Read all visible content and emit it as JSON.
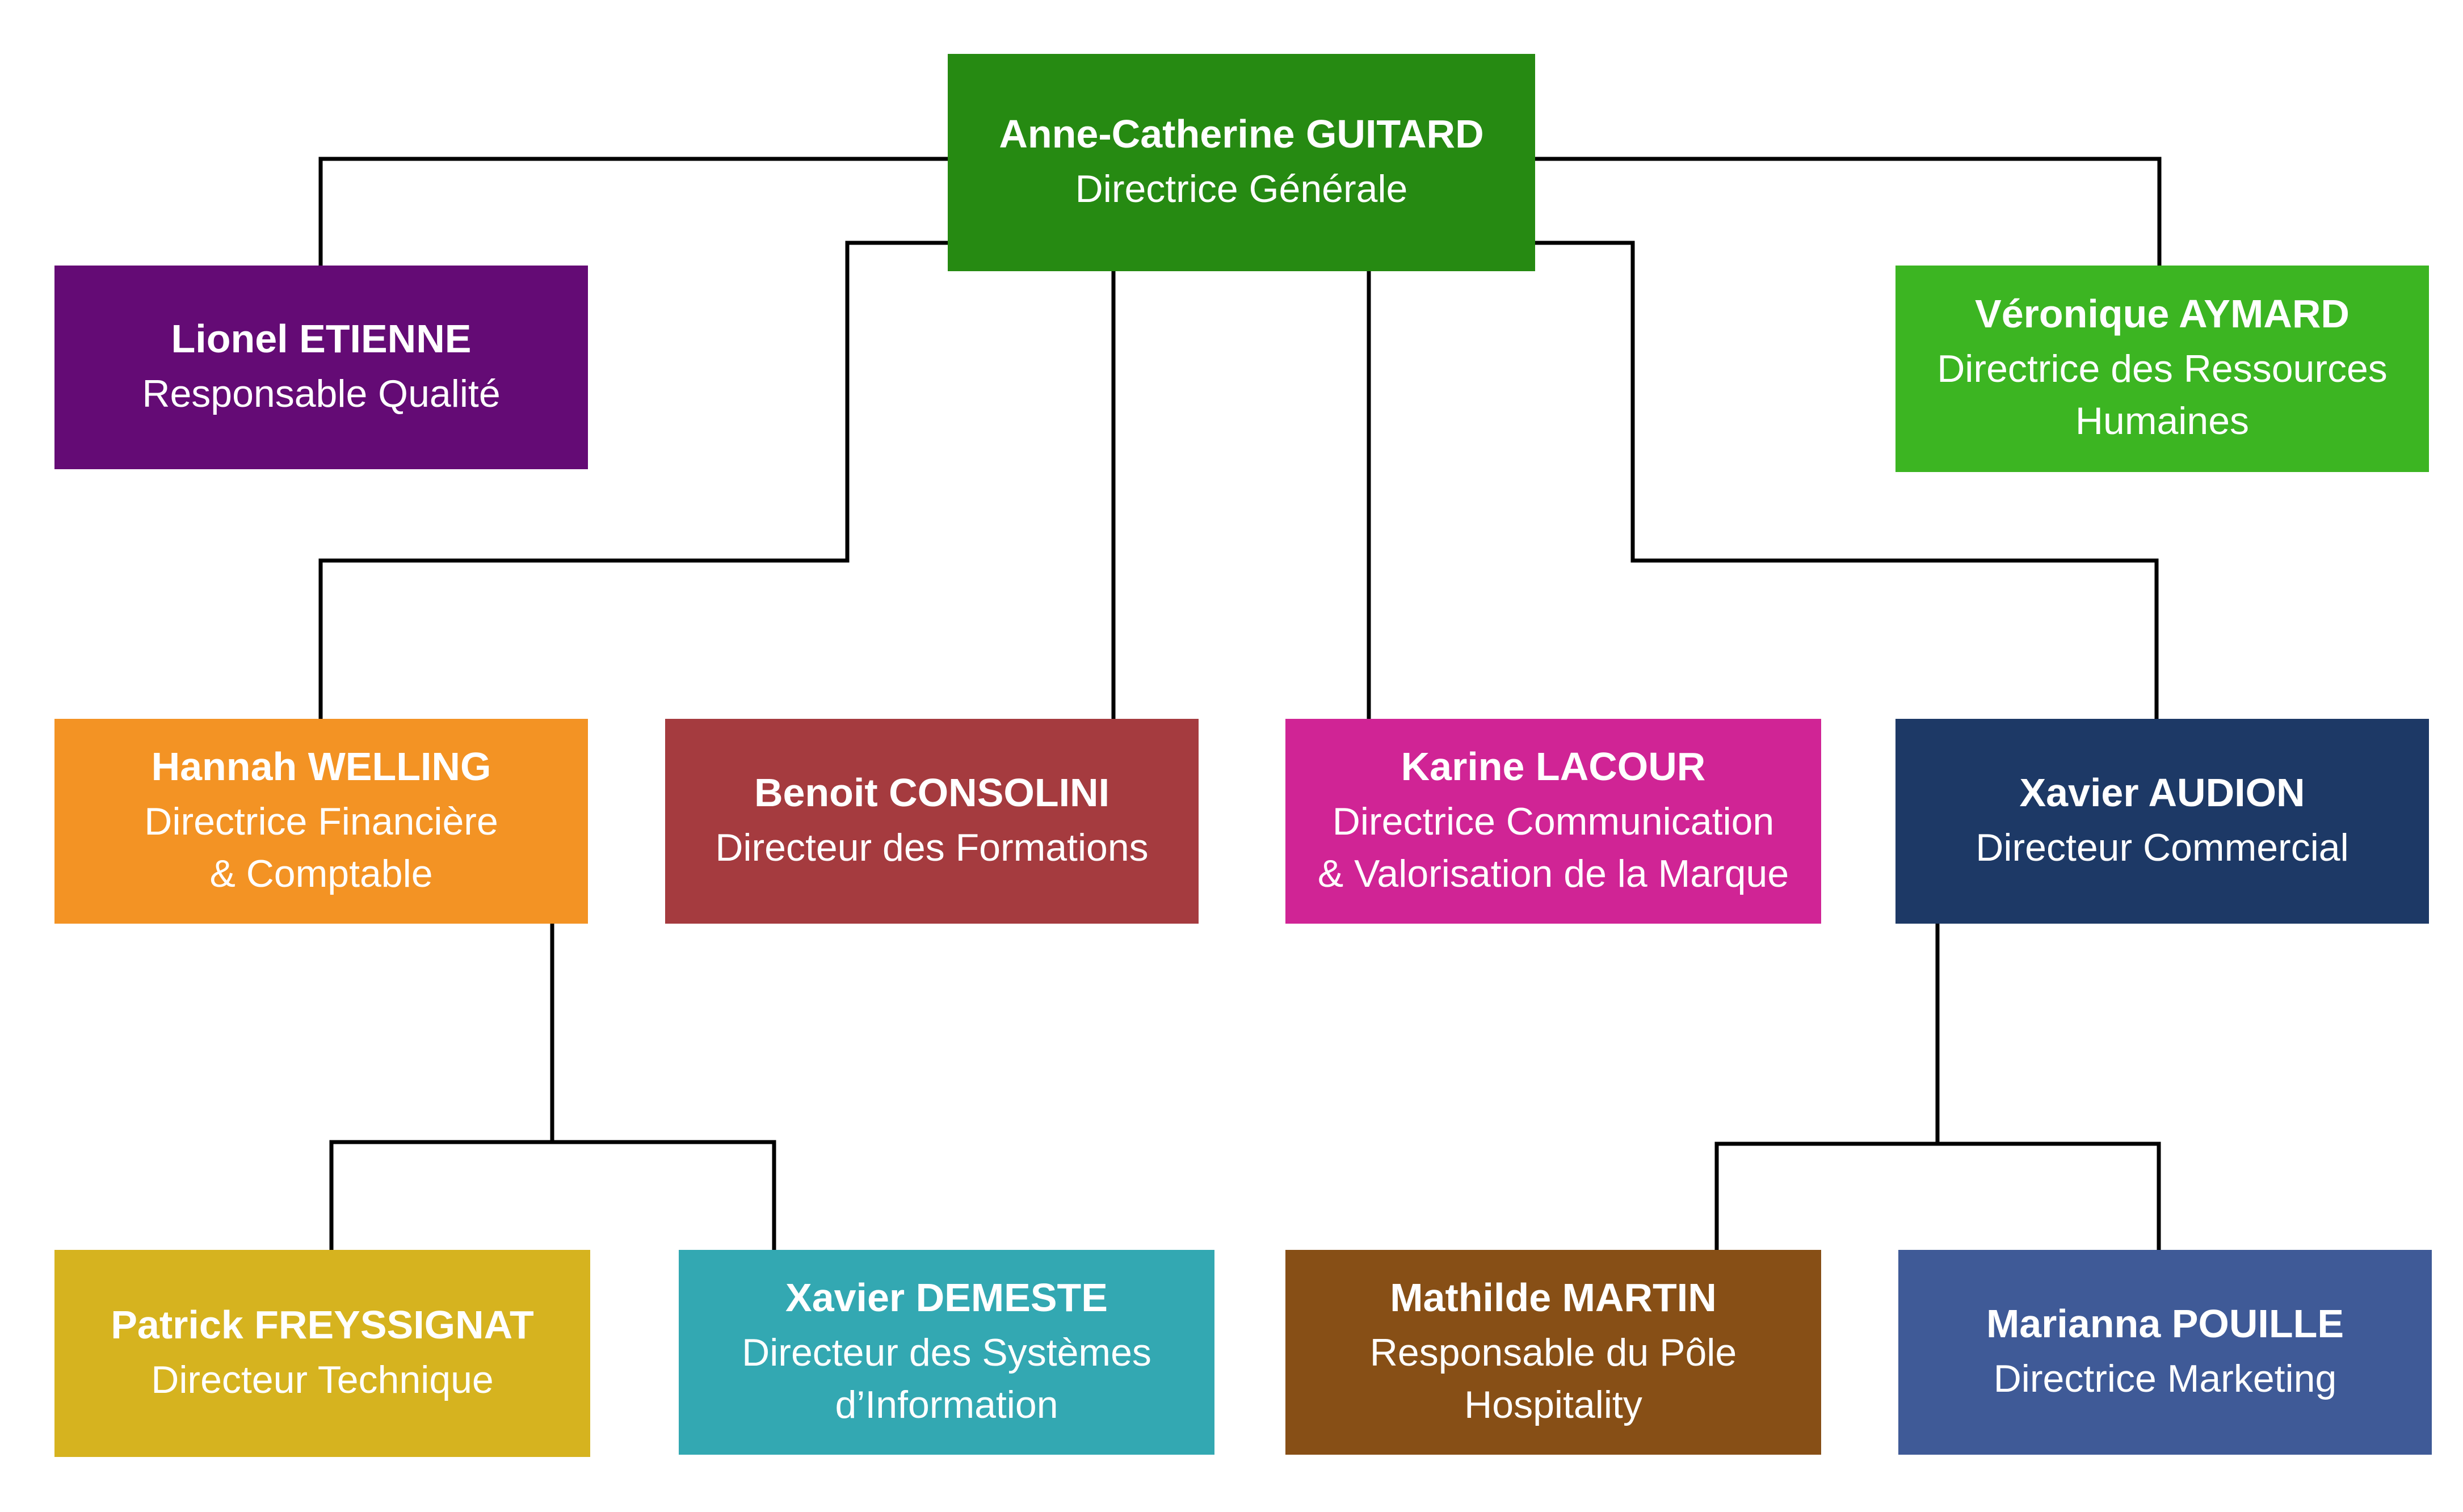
{
  "org_chart": {
    "ceo": {
      "name": "Anne-Catherine GUITARD",
      "role": "Directrice Générale"
    },
    "quality": {
      "name": "Lionel ETIENNE",
      "role": "Responsable Qualité"
    },
    "hr": {
      "name": "Véronique AYMARD",
      "role": "Directrice des Ressources\nHumaines"
    },
    "finance": {
      "name": "Hannah WELLING",
      "role": "Directrice Financière\n& Comptable"
    },
    "training": {
      "name": "Benoit CONSOLINI",
      "role": "Directeur des Formations"
    },
    "comm": {
      "name": "Karine LACOUR",
      "role": "Directrice Communication\n& Valorisation de la Marque"
    },
    "sales": {
      "name": "Xavier AUDION",
      "role": "Directeur Commercial"
    },
    "tech": {
      "name": "Patrick FREYSSIGNAT",
      "role": "Directeur Technique"
    },
    "is": {
      "name": "Xavier DEMESTE",
      "role": "Directeur des Systèmes\nd’Information"
    },
    "hosp": {
      "name": "Mathilde MARTIN",
      "role": "Responsable du Pôle\nHospitality"
    },
    "mkt": {
      "name": "Marianna POUILLE",
      "role": "Directrice Marketing"
    }
  },
  "colors": {
    "ceo": "#268a12",
    "quality": "#640b75",
    "hr": "#3cb522",
    "finance": "#f39324",
    "training": "#a53b3f",
    "comm": "#d02495",
    "sales": "#1d3966",
    "tech": "#d6b31f",
    "is": "#33a8b2",
    "hosp": "#874f16",
    "mkt": "#3f5a97",
    "connector": "#000000"
  }
}
